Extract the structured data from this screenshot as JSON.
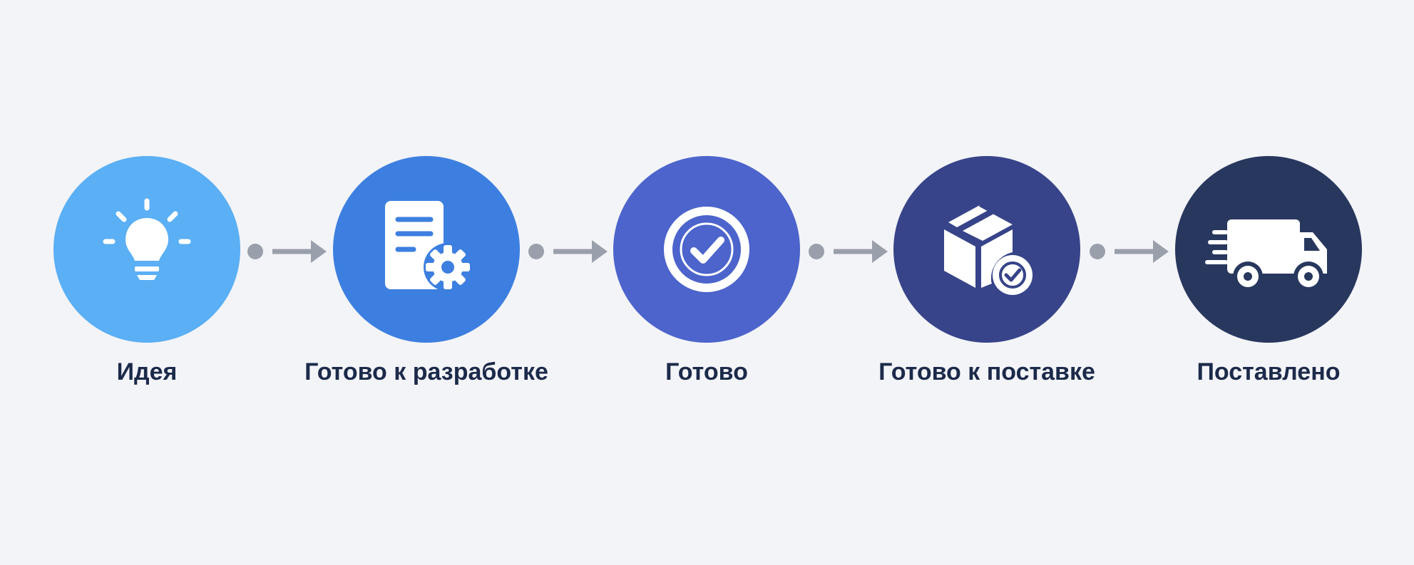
{
  "diagram": {
    "stages": [
      {
        "label": "Идея",
        "color": "#5aaff5",
        "icon": "lightbulb-icon"
      },
      {
        "label": "Готово к разработке",
        "color": "#3d7fe0",
        "icon": "document-gear-icon"
      },
      {
        "label": "Готово",
        "color": "#4c64cb",
        "icon": "check-circle-icon"
      },
      {
        "label": "Готово к поставке",
        "color": "#374489",
        "icon": "package-check-icon"
      },
      {
        "label": "Поставлено",
        "color": "#28375e",
        "icon": "delivery-truck-icon"
      }
    ],
    "connector_color": "#9aa0ab",
    "label_color": "#1c2a4a",
    "background": "#f3f4f8"
  }
}
